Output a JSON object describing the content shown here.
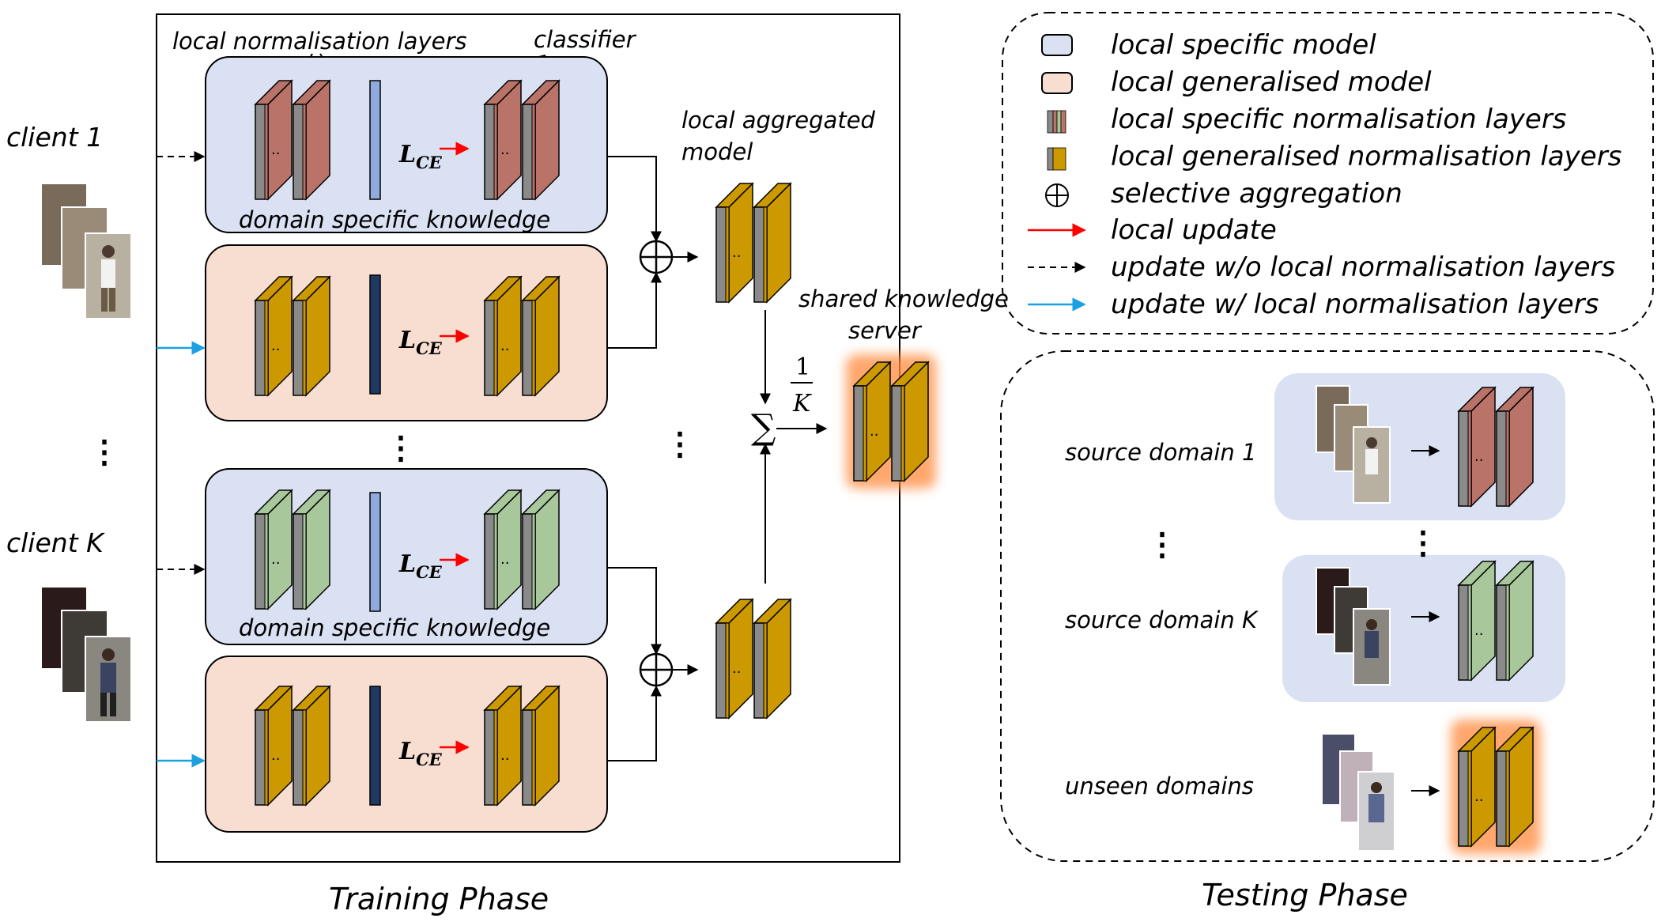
{
  "colors": {
    "specific_bg": "#d9e1f2",
    "generalised_bg": "#f8ddd1",
    "client1_layer": "#b97368",
    "clientK_layer": "#a8c89c",
    "shared_layer": "#cc9900",
    "frame_gray": "#8a8a8a",
    "classifier_light": "#8faadc",
    "classifier_dark": "#203864",
    "local_update_arrow": "#ff0000",
    "update_with_norm_arrow": "#1ba1e2",
    "server_glow": "#ff8a3c"
  },
  "training": {
    "client_1": "client 1",
    "client_k": "client K",
    "local_norm_layers_label": "local normalisation layers",
    "classifier_label": "classifier",
    "domain_specific_knowledge": "domain specific knowledge",
    "loss_main": "L",
    "loss_sub": "CE",
    "local_aggregated_model_line1": "local aggregated",
    "local_aggregated_model_line2": "model",
    "shared_knowledge_line1": "shared knowledge",
    "shared_knowledge_line2": "server",
    "frac_numerator": "1",
    "frac_denominator": "K",
    "sum_symbol": "∑",
    "aggregation_symbol": "⊕",
    "layer_dots": "··",
    "vertical_ellipsis": "⋮",
    "phase_title": "Training Phase"
  },
  "legend": {
    "items": [
      {
        "icon": "local-specific-model-swatch",
        "label": "local specific model"
      },
      {
        "icon": "local-generalised-model-swatch",
        "label": "local generalised model"
      },
      {
        "icon": "specific-norm-layers-icon",
        "label": "local specific normalisation layers"
      },
      {
        "icon": "generalised-norm-layers-icon",
        "label": "local generalised normalisation layers"
      },
      {
        "icon": "circled-plus-icon",
        "label": "selective aggregation"
      },
      {
        "icon": "red-arrow-icon",
        "label": "local update"
      },
      {
        "icon": "dashed-arrow-icon",
        "label": "update w/o local normalisation layers"
      },
      {
        "icon": "blue-arrow-icon",
        "label": "update w/ local normalisation layers"
      }
    ]
  },
  "testing": {
    "source_domain_1": "source domain 1",
    "source_domain_k": "source domain K",
    "unseen_domains": "unseen domains",
    "phase_title": "Testing Phase"
  }
}
